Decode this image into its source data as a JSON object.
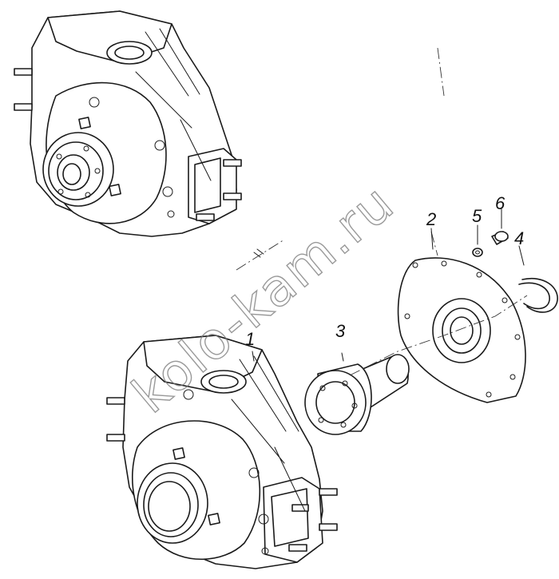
{
  "callouts": [
    {
      "id": "1",
      "text": "1"
    },
    {
      "id": "2",
      "text": "2"
    },
    {
      "id": "3",
      "text": "3"
    },
    {
      "id": "4",
      "text": "4"
    },
    {
      "id": "5",
      "text": "5"
    },
    {
      "id": "6",
      "text": "6"
    }
  ],
  "watermark": "kolo-kam.ru",
  "colors": {
    "line": "#1a1a1a",
    "background": "#ffffff",
    "watermark": "#777777"
  }
}
